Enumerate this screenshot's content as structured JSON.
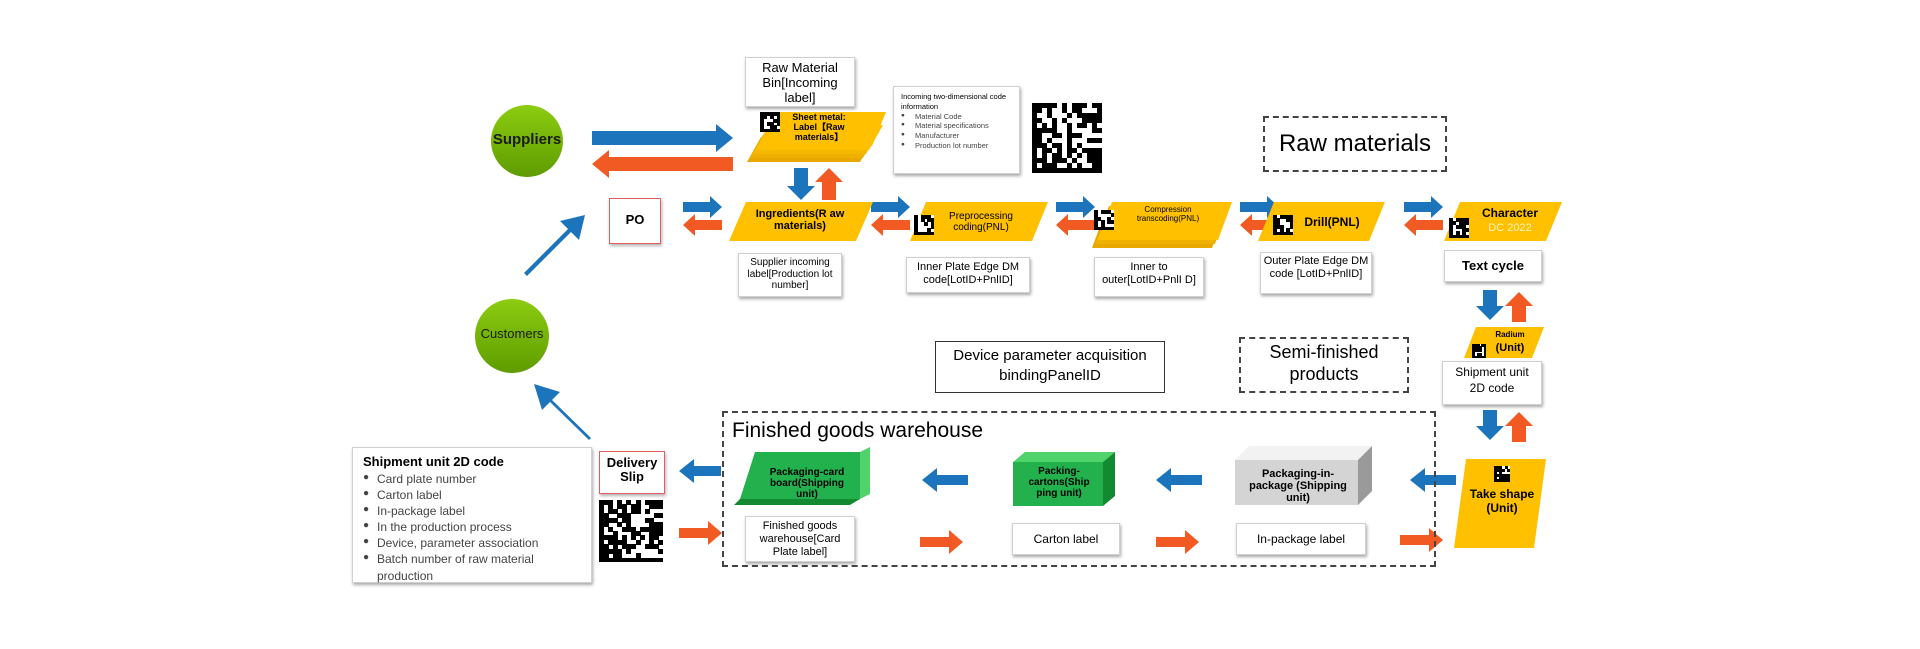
{
  "colors": {
    "blue": "#1c75bc",
    "orange": "#f15a22",
    "yellow": "#ffc000",
    "green": "#7ab800",
    "box_green": "#22b14c",
    "pink_border": "#e06060"
  },
  "nodes": {
    "suppliers": "Suppliers",
    "customers": "Customers",
    "po": "PO",
    "raw_material_bin": "Raw Material Bin[Incoming label]",
    "sheet_metal": "Sheet metal: Label【Raw materials】",
    "ingredients": "Ingredients(R aw materials)",
    "preprocessing": "Preprocessing coding(PNL)",
    "compression": "Compression transcoding(PNL)",
    "drill": "Drill(PNL)",
    "character": "Character",
    "character_sub": "DC 2022",
    "radium": "Radium",
    "radium_sub": "(Unit)",
    "take_shape": "Take shape (Unit)",
    "packaging_in_package": "Packaging-in-package (Shipping unit)",
    "packing_cartons": "Packing-cartons(Ship ping unit)",
    "packaging_card_board": "Packaging-card board(Shipping unit)",
    "delivery_slip": "Delivery Slip"
  },
  "info": {
    "incoming_2d_title": "Incoming two-dimensional code information",
    "incoming_2d_items": [
      "Material Code",
      "Material specifications",
      "Manufacturer",
      "Production lot number"
    ],
    "shipment_title": "Shipment unit 2D code",
    "shipment_items": [
      "Card plate number",
      "Carton label",
      "In-package label",
      "In the production process",
      "Device, parameter association",
      "Batch number of raw material production"
    ]
  },
  "captions": {
    "supplier_incoming": "Supplier incoming label[Production lot number]",
    "inner_plate": "Inner Plate Edge DM code[LotID+PnlID]",
    "inner_to_outer": "Inner to outer[LotID+PnlI D]",
    "outer_plate": "Outer Plate Edge DM code [LotID+PnlID]",
    "text_cycle": "Text cycle",
    "shipment_unit_2d": "Shipment unit 2D code",
    "finished_goods_label": "Finished goods warehouse[Card Plate label]",
    "carton_label": "Carton label",
    "in_package_label": "In-package label"
  },
  "sections": {
    "raw_materials": "Raw materials",
    "semi_finished": "Semi-finished products",
    "device_param": "Device parameter acquisition bindingPanelID",
    "finished_goods": "Finished goods warehouse"
  }
}
